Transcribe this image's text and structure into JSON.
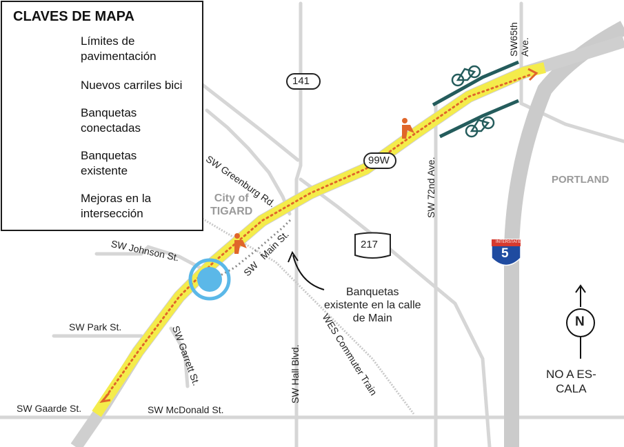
{
  "legend": {
    "title": "CLAVES DE MAPA",
    "items": [
      {
        "label": "Límites de\npavimentación",
        "symbol": "yellow-line-icon"
      },
      {
        "label": "Nuevos carriles bici",
        "symbol": "bicycle-icon"
      },
      {
        "label": "Banquetas\nconectadas",
        "symbol": "orange-dotted-arrow-icon"
      },
      {
        "label": "Banquetas\nexistente",
        "symbol": "gray-dotted-line-icon"
      },
      {
        "label": "Mejoras en la\nintersección",
        "symbol": "blue-circle-icon"
      }
    ]
  },
  "streets": {
    "greenburg": "SW Greenburg Rd.",
    "johnson": "SW Johnson St.",
    "main": "SW   Main St.",
    "park": "SW Park St.",
    "garrett": "SW Garrett St.",
    "gaarde": "SW Gaarde St.",
    "mcdonald": "SW McDonald St.",
    "hall": "SW Hall Blvd.",
    "wes": "WES Commuter Train",
    "sw72": "SW 72nd Ave.",
    "sw65": "SW65th\nAve."
  },
  "shields": {
    "r141": "141",
    "r217": "217",
    "r99w": "99W",
    "i5": "5",
    "i5_banner": "INTERSTATE"
  },
  "places": {
    "tigard": "City of\nTIGARD",
    "portland": "PORTLAND"
  },
  "callout": "Banquetas\nexistente en la calle\nde Main",
  "north": {
    "letter": "N",
    "scale_note": "NO A ES-\nCALA"
  },
  "colors": {
    "paving": "#f4ec4b",
    "bike": "#245c5c",
    "sidewalk_new": "#e0662a",
    "sidewalk_existing": "#8a8a8a",
    "intersection": "#5bb8e8",
    "road": "#d3d3d3",
    "freeway": "#c8c8c8"
  }
}
